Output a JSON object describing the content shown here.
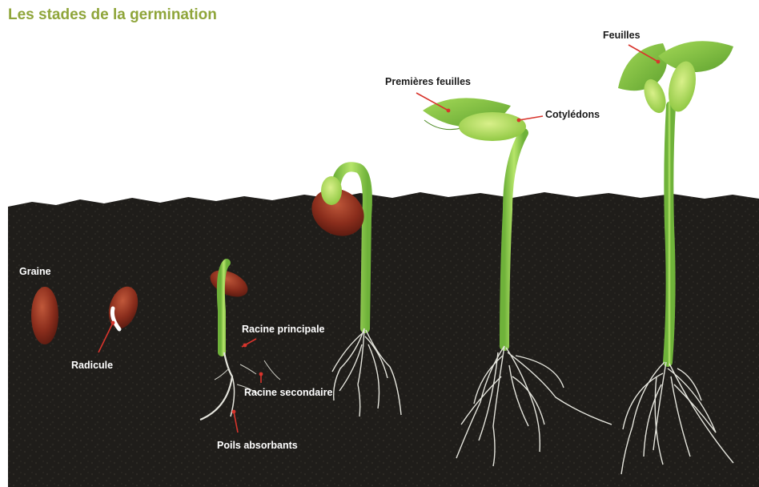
{
  "title": "Les stades de la germination",
  "labels": {
    "graine": "Graine",
    "radicule": "Radicule",
    "racine_principale": "Racine principale",
    "racine_secondaire": "Racine secondaire",
    "poils_absorbants": "Poils absorbants",
    "premieres_feuilles": "Premières feuilles",
    "cotyledons": "Cotylédons",
    "feuilles": "Feuilles"
  },
  "colors": {
    "title": "#8fa53a",
    "soil": "#1f1d1a",
    "pointer": "#d8342c",
    "seed": "#8a2d1c",
    "stem": "#8fd24a",
    "leaf": "#7ec23c",
    "root": "#e4e4dc"
  }
}
